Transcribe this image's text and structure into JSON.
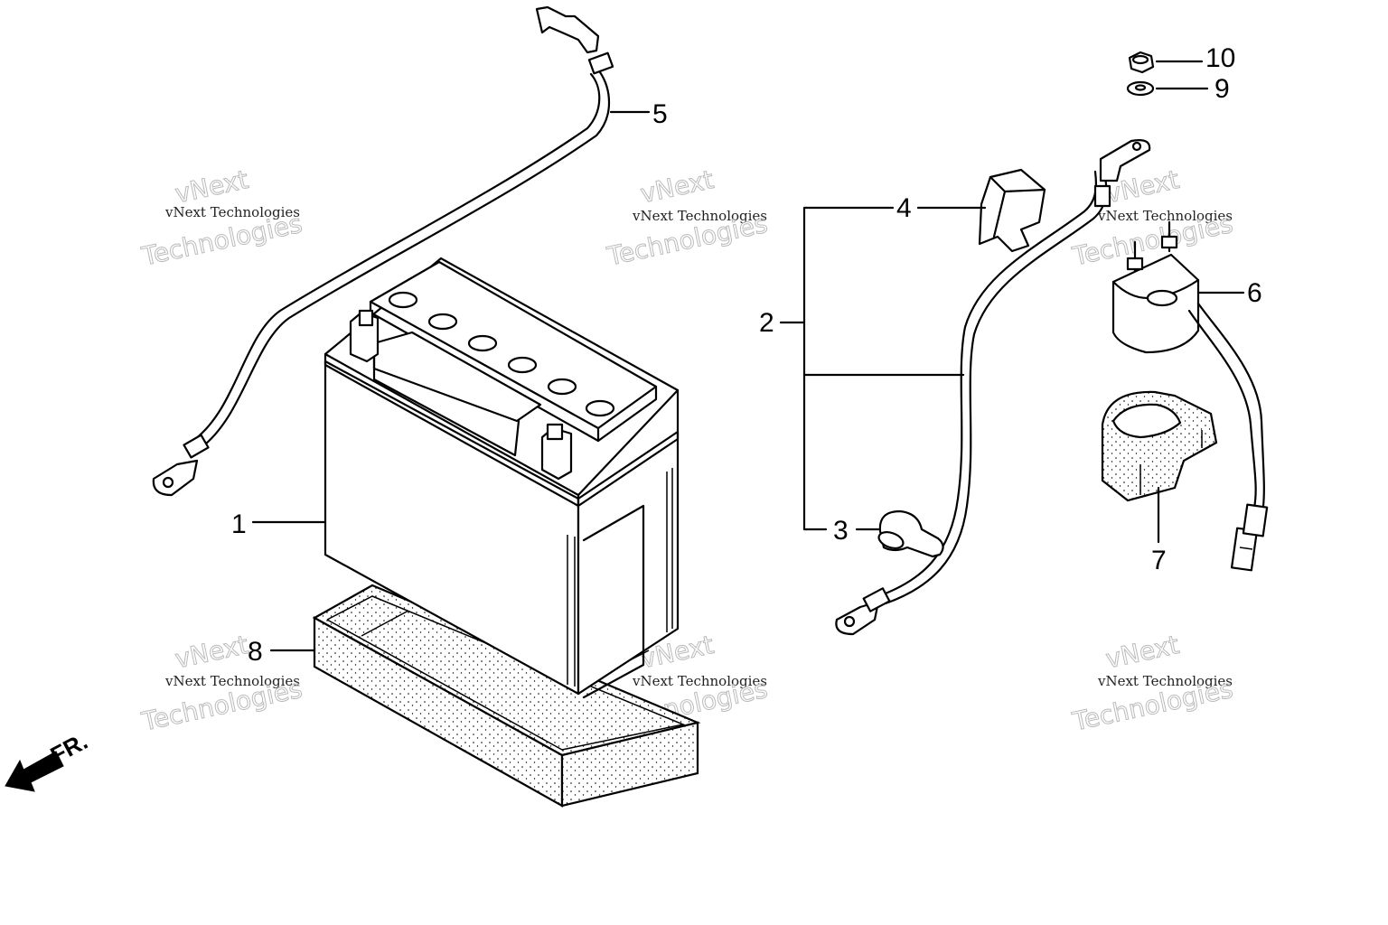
{
  "diagram": {
    "parts": [
      {
        "number": "1"
      },
      {
        "number": "2"
      },
      {
        "number": "3"
      },
      {
        "number": "4"
      },
      {
        "number": "5"
      },
      {
        "number": "6"
      },
      {
        "number": "7"
      },
      {
        "number": "8"
      },
      {
        "number": "9"
      },
      {
        "number": "10"
      }
    ],
    "direction_label": "FR.",
    "watermark": {
      "line1": "vNext",
      "line2": "vNext Technologies",
      "line3": "Technologies"
    }
  }
}
